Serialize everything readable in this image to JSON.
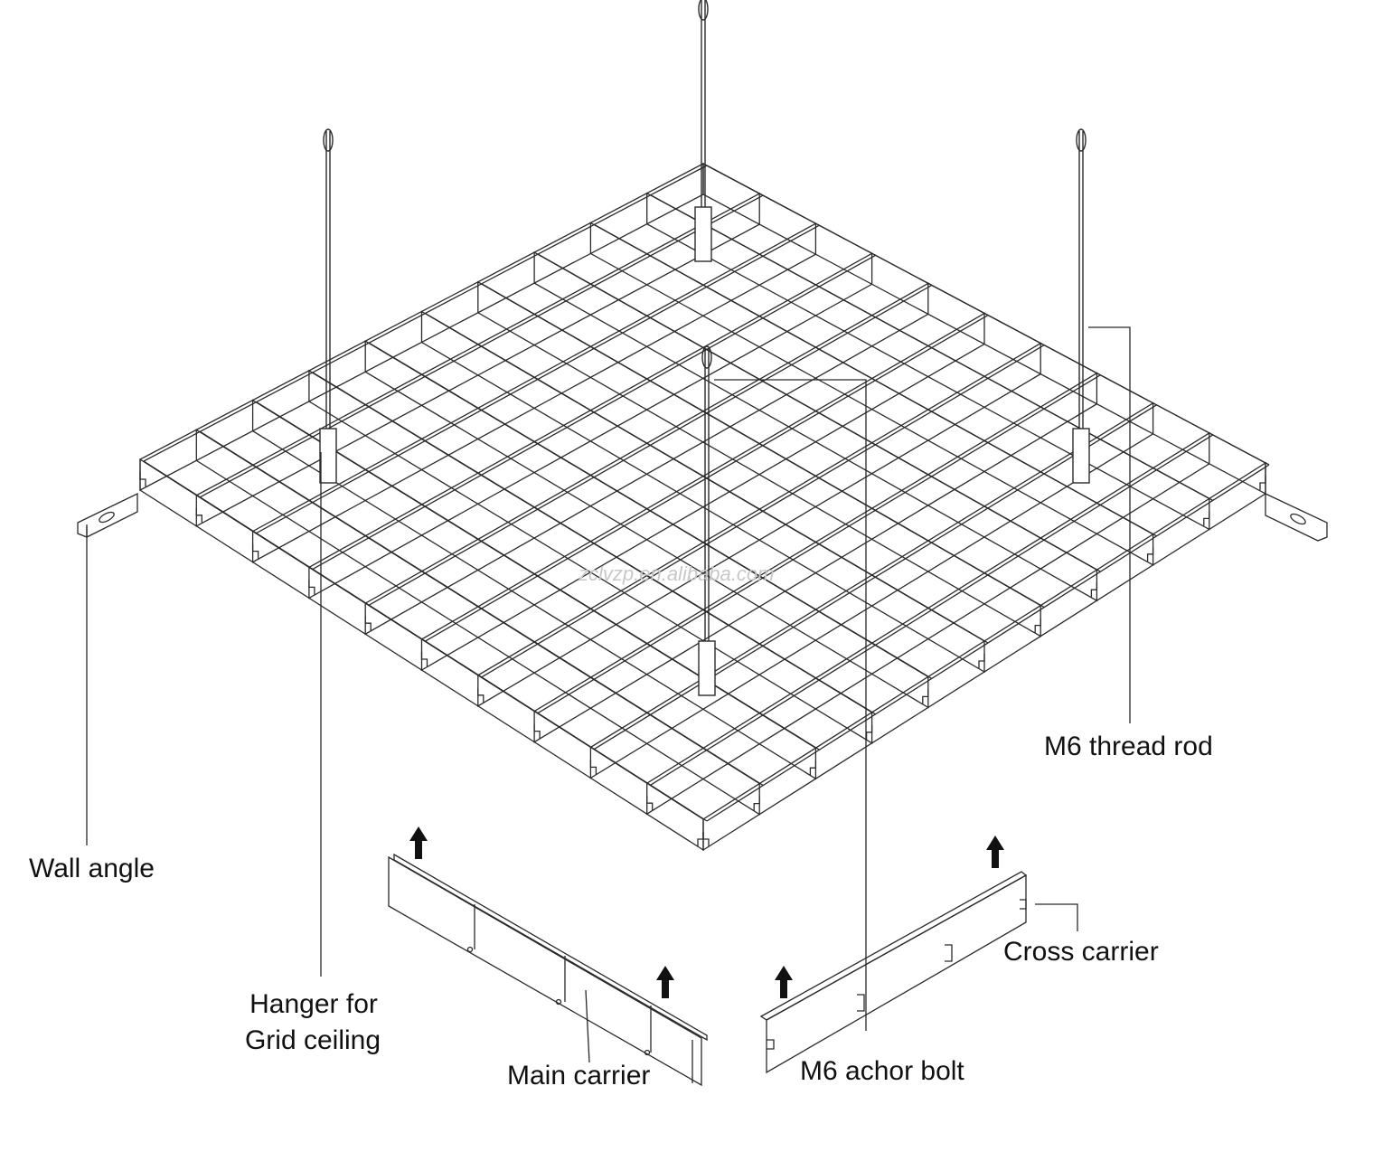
{
  "labels": {
    "wall_angle": "Wall angle",
    "hanger_line1": "Hanger for",
    "hanger_line2": "Grid ceiling",
    "main_carrier": "Main carrier",
    "anchor_bolt": "M6 achor bolt",
    "cross_carrier": "Cross carrier",
    "thread_rod": "M6 thread rod"
  },
  "watermark": "zclvzp.en.alibaba.com",
  "colors": {
    "line": "#2a2a2a",
    "text": "#111111",
    "arrow": "#111111"
  },
  "grid": {
    "divisions": 10
  }
}
